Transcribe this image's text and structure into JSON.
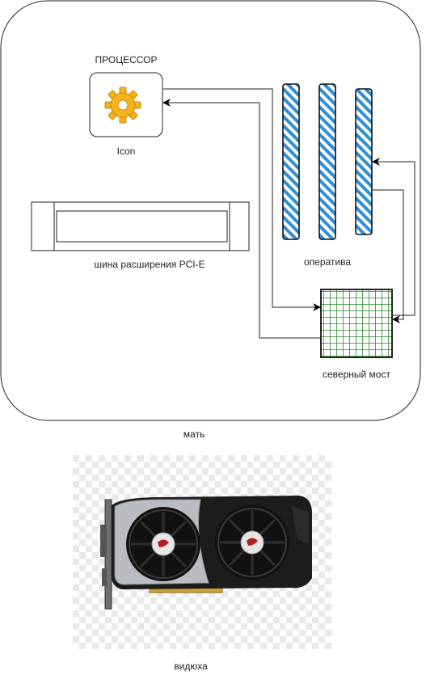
{
  "cpu": {
    "title": "ПРОЦЕССОР",
    "icon_label": "Icon",
    "icon": "gear-icon"
  },
  "pci": {
    "label": "шина расширения PCI-E"
  },
  "ram": {
    "label": "оператива",
    "hatch_color": "#2e8fd6"
  },
  "northbridge": {
    "label": "северный мост",
    "grid_color": "#2a8a2a"
  },
  "motherboard": {
    "label": "мать"
  },
  "gpu": {
    "label": "видюха"
  }
}
